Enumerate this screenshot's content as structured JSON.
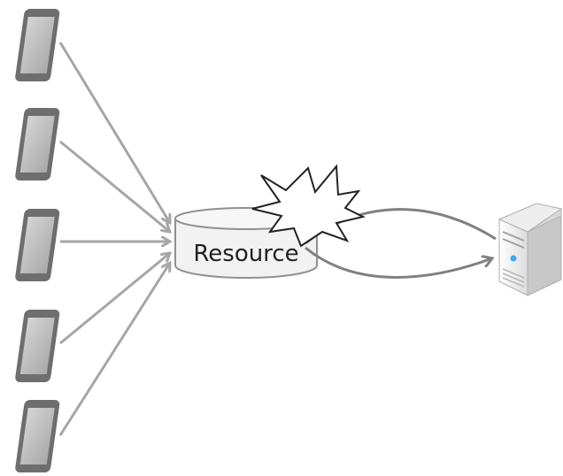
{
  "diagram": {
    "resource": {
      "label": "Resource"
    },
    "clients": [
      {
        "name": "phone-1"
      },
      {
        "name": "phone-2"
      },
      {
        "name": "phone-3"
      },
      {
        "name": "phone-4"
      },
      {
        "name": "phone-5"
      }
    ],
    "server": {
      "icon": "server-tower-icon"
    },
    "collision": {
      "icon": "explosion-burst-icon"
    },
    "colors": {
      "arrow": "#a6a6a6",
      "link": "#808080",
      "phone_body": "#6e6e6e",
      "phone_screen": "#bcbcbc",
      "cylinder_fill": "#f2f2f2",
      "cylinder_stroke": "#909090",
      "server_body": "#f0f0f0",
      "server_led": "#3fa9f5"
    }
  }
}
